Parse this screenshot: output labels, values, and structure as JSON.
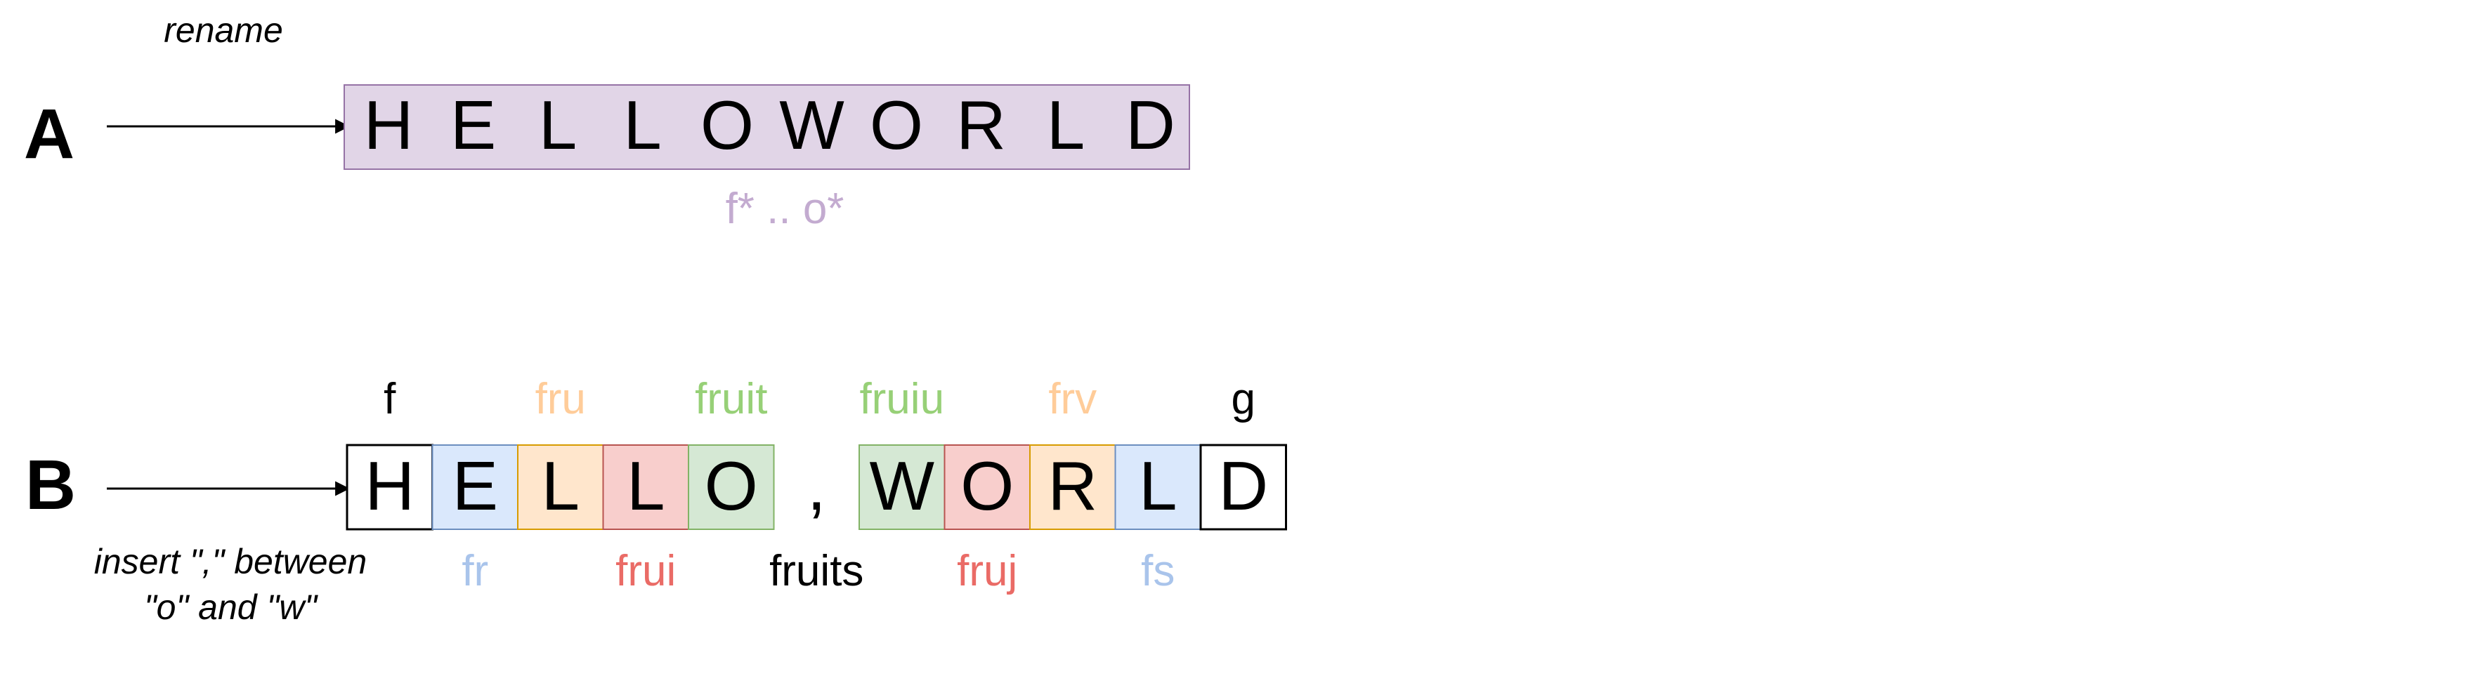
{
  "colors": {
    "purple_fill": "#e1d5e7",
    "purple_stroke": "#9673a6",
    "purple_text": "#c3abd0",
    "blue_fill": "#dae8fc",
    "blue_stroke": "#6c8ebf",
    "blue_text": "#a9c4eb",
    "orange_fill": "#ffe6cc",
    "orange_stroke": "#d79b00",
    "orange_text": "#ffcc99",
    "red_fill": "#f8cecc",
    "red_stroke": "#b85450",
    "red_text": "#ea6b66",
    "green_fill": "#d5e8d4",
    "green_stroke": "#82b366",
    "green_text": "#97d077",
    "black": "#000000"
  },
  "row_a": {
    "label": "A",
    "note": "rename",
    "letters": [
      "H",
      "E",
      "L",
      "L",
      "O",
      "W",
      "O",
      "R",
      "L",
      "D"
    ],
    "key_range": "f* .. o*"
  },
  "row_b": {
    "label": "B",
    "note_lines": [
      "insert \",\" between",
      "\"o\" and \"w\""
    ],
    "cells": [
      {
        "char": "H",
        "style": "white",
        "key": "f",
        "key_pos": "above",
        "key_color": "black"
      },
      {
        "char": "E",
        "style": "blue",
        "key": "fr",
        "key_pos": "below",
        "key_color": "blue"
      },
      {
        "char": "L",
        "style": "orange",
        "key": "fru",
        "key_pos": "above",
        "key_color": "orange"
      },
      {
        "char": "L",
        "style": "red",
        "key": "frui",
        "key_pos": "below",
        "key_color": "red"
      },
      {
        "char": "O",
        "style": "green",
        "key": "fruit",
        "key_pos": "above",
        "key_color": "green"
      },
      {
        "char": ",",
        "style": "none",
        "key": "fruits",
        "key_pos": "below",
        "key_color": "black"
      },
      {
        "char": "W",
        "style": "green",
        "key": "fruiu",
        "key_pos": "above",
        "key_color": "green"
      },
      {
        "char": "O",
        "style": "red",
        "key": "fruj",
        "key_pos": "below",
        "key_color": "red"
      },
      {
        "char": "R",
        "style": "orange",
        "key": "frv",
        "key_pos": "above",
        "key_color": "orange"
      },
      {
        "char": "L",
        "style": "blue",
        "key": "fs",
        "key_pos": "below",
        "key_color": "blue"
      },
      {
        "char": "D",
        "style": "white",
        "key": "g",
        "key_pos": "above",
        "key_color": "black"
      }
    ]
  }
}
